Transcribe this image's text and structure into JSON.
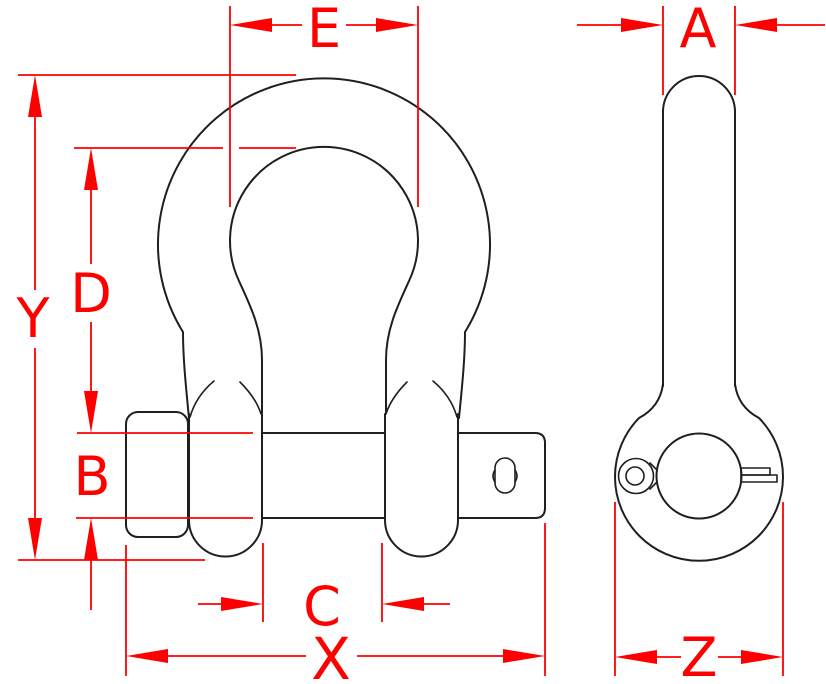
{
  "colors": {
    "dim": "#ff0000",
    "line": "#1f1f1f",
    "bg": "#ffffff"
  },
  "labels": {
    "E": "E",
    "A": "A",
    "Y": "Y",
    "D": "D",
    "B": "B",
    "C": "C",
    "X": "X",
    "Z": "Z"
  }
}
